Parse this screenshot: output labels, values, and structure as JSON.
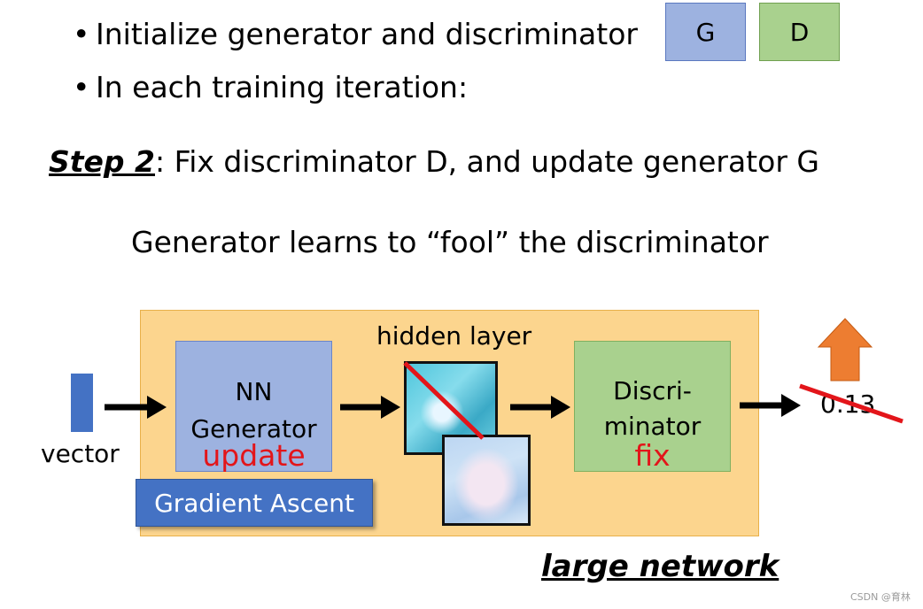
{
  "bullets": [
    {
      "bullet": "•",
      "text": "Initialize generator and discriminator"
    },
    {
      "bullet": "•",
      "text": "In each training iteration:"
    }
  ],
  "chips": {
    "g": "G",
    "d": "D"
  },
  "step": {
    "label": "Step 2",
    "text": ": Fix discriminator D, and update generator G"
  },
  "subtitle": "Generator learns to “fool” the discriminator",
  "diagram": {
    "vector_label": "vector",
    "generator": {
      "line1": "NN",
      "line2": "Generator",
      "status": "update"
    },
    "gradient_button": "Gradient Ascent",
    "hidden_label": "hidden layer",
    "discriminator": {
      "line1": "Discri-",
      "line2": "minator",
      "status": "fix"
    },
    "score": "0.13",
    "large_label": "large network",
    "colors": {
      "generator": "#9db2e0",
      "discriminator": "#a9d18e",
      "network": "#fcd58e",
      "red": "#e3151a",
      "up_arrow": "#ed7d31",
      "button": "#4472c4"
    }
  },
  "watermark": "CSDN @育林"
}
